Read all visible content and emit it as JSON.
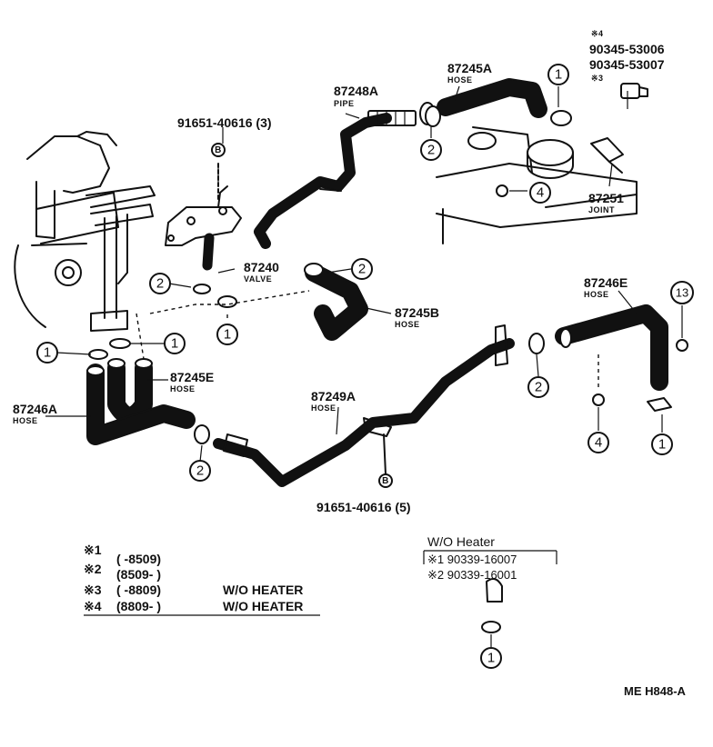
{
  "parts": {
    "p91651_top": "91651-40616 (3)",
    "p87248a": "87248A",
    "pipe": "PIPE",
    "p87245a": "87245A",
    "hose": "HOSE",
    "note4": "※4",
    "p90345_53006": "90345-53006",
    "p90345_53007": "90345-53007",
    "note3": "※3",
    "p87251": "87251",
    "joint": "JOINT",
    "p87240": "87240",
    "valve": "VALVE",
    "p87245b": "87245B",
    "p87246e": "87246E",
    "p87245e": "87245E",
    "p87246a": "87246A",
    "p87249a": "87249A",
    "p91651_bottom": "91651-40616 (5)"
  },
  "callouts": {
    "c1": "1",
    "c2": "2",
    "c4": "4",
    "c13": "13"
  },
  "legend": {
    "rows": [
      {
        "mark": "※1",
        "range": "(        -8509)",
        "note": ""
      },
      {
        "mark": "※2",
        "range": "(8509-          )",
        "note": ""
      },
      {
        "mark": "※3",
        "range": "(        -8809)",
        "note": "W/O HEATER"
      },
      {
        "mark": "※4",
        "range": "(8809-          )",
        "note": "W/O HEATER"
      }
    ]
  },
  "wo_heater": {
    "title": "W/O Heater",
    "row1": "※1 90339-16007",
    "row2": "※2 90339-16001"
  },
  "diagram_code": "ME H848-A"
}
